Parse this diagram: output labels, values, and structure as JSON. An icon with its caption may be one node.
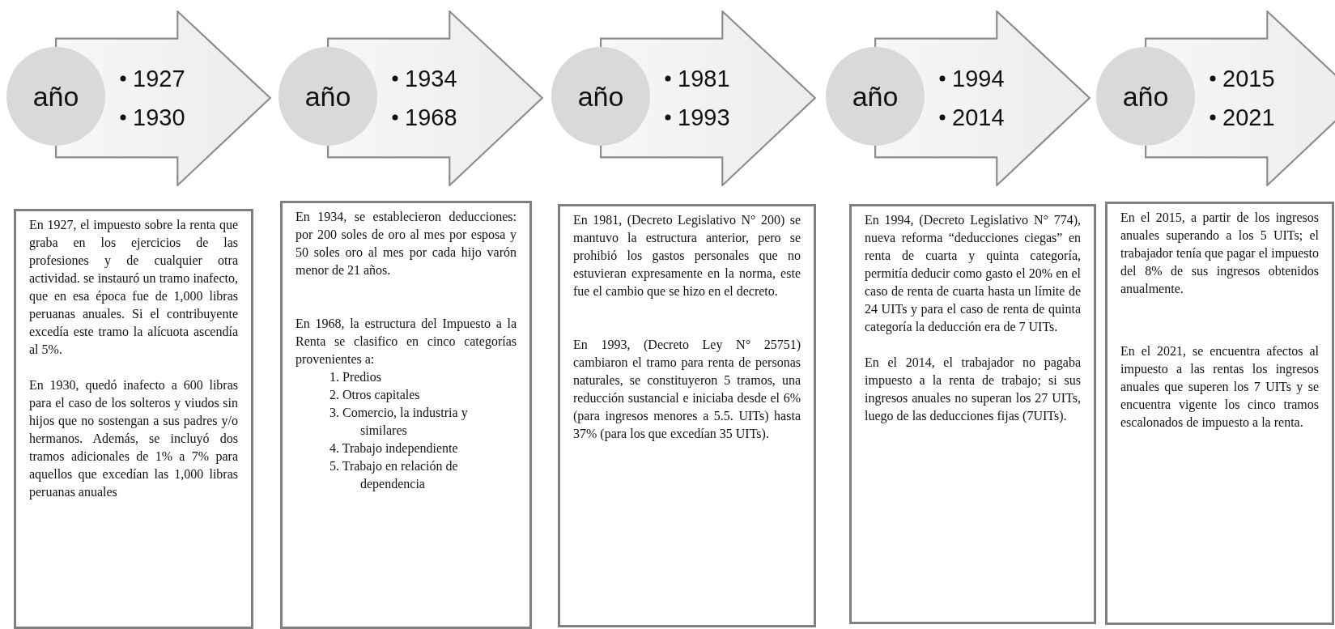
{
  "diagram": {
    "nodes": [
      {
        "text": [
          "año"
        ]
      },
      {
        "text": [
          "1927",
          "1930"
        ]
      },
      {
        "text": [
          "En 1927, el impuesto sobre la renta que graba en los ejercicios de las profesiones y de cualquier otra actividad. se instauró un tramo inafecto, que en esa época fue de 1,000 libras peruanas anuales. Si el contribuyente excedía este tramo la alícuota ascendía al 5%.",
          "En 1930, quedó inafecto a 600 libras para el caso de los solteros y viudos sin hijos que no sostengan a sus padres y/o hermanos. Además, se incluyó dos tramos adicionales de 1% a 7% para aquellos que excedían las 1,000 libras peruanas anuales"
        ]
      },
      {
        "text": [
          "año"
        ]
      },
      {
        "text": [
          "1934",
          "1968"
        ]
      },
      {
        "text": [
          "En 1934, se establecieron deducciones: por 200 soles de oro al mes por esposa y 50 soles oro al mes por cada hijo varón menor de 21 años.",
          "En 1968, la estructura del Impuesto a la Renta se clasifico en cinco categorías provenientes a:",
          "1. Predios",
          "2. Otros capitales",
          "3. Comercio, la industria y similares",
          "4. Trabajo independiente",
          "5. Trabajo en relación de dependencia"
        ]
      },
      {
        "text": [
          "año"
        ]
      },
      {
        "text": [
          "1981",
          "1993"
        ]
      },
      {
        "text": [
          "En 1981, (Decreto Legislativo N° 200) se mantuvo la estructura anterior, pero se prohibió los gastos personales que no estuvieran expresamente en la norma, este fue el cambio que se hizo en el decreto.",
          "En 1993, (Decreto Ley N° 25751) cambiaron el tramo para renta de personas naturales, se constituyeron 5 tramos, una reducción sustancial e iniciaba desde el 6% (para ingresos menores a 5.5. UITs) hasta 37% (para los que excedían 35 UITs)."
        ]
      },
      {
        "text": [
          "año"
        ]
      },
      {
        "text": [
          "1994",
          "2014"
        ]
      },
      {
        "text": [
          "En 1994, (Decreto Legislativo N° 774), nueva reforma “deducciones ciegas” en renta de cuarta y quinta categoría, permitía deducir como gasto el 20% en el caso de renta de cuarta hasta un límite de 24 UITs y para el caso de renta de quinta categoría la deducción era de 7 UITs.",
          "En el 2014, el trabajador no pagaba impuesto a la renta de trabajo; si sus ingresos anuales no superan los 27 UITs, luego de las deducciones fijas (7UITs)."
        ]
      },
      {
        "text": [
          "año"
        ]
      },
      {
        "text": [
          "2015",
          "2021"
        ]
      },
      {
        "text": [
          "En el 2015, a partir de los ingresos anuales superando a los 5 UITs; el trabajador tenía que pagar el impuesto del 8% de sus ingresos obtenidos anualmente.",
          "En el 2021, se encuentra afectos al impuesto a las rentas los ingresos anuales que superen los 7 UITs y se encuentra vigente los cinco tramos escalonados de impuesto a la renta."
        ]
      }
    ]
  }
}
